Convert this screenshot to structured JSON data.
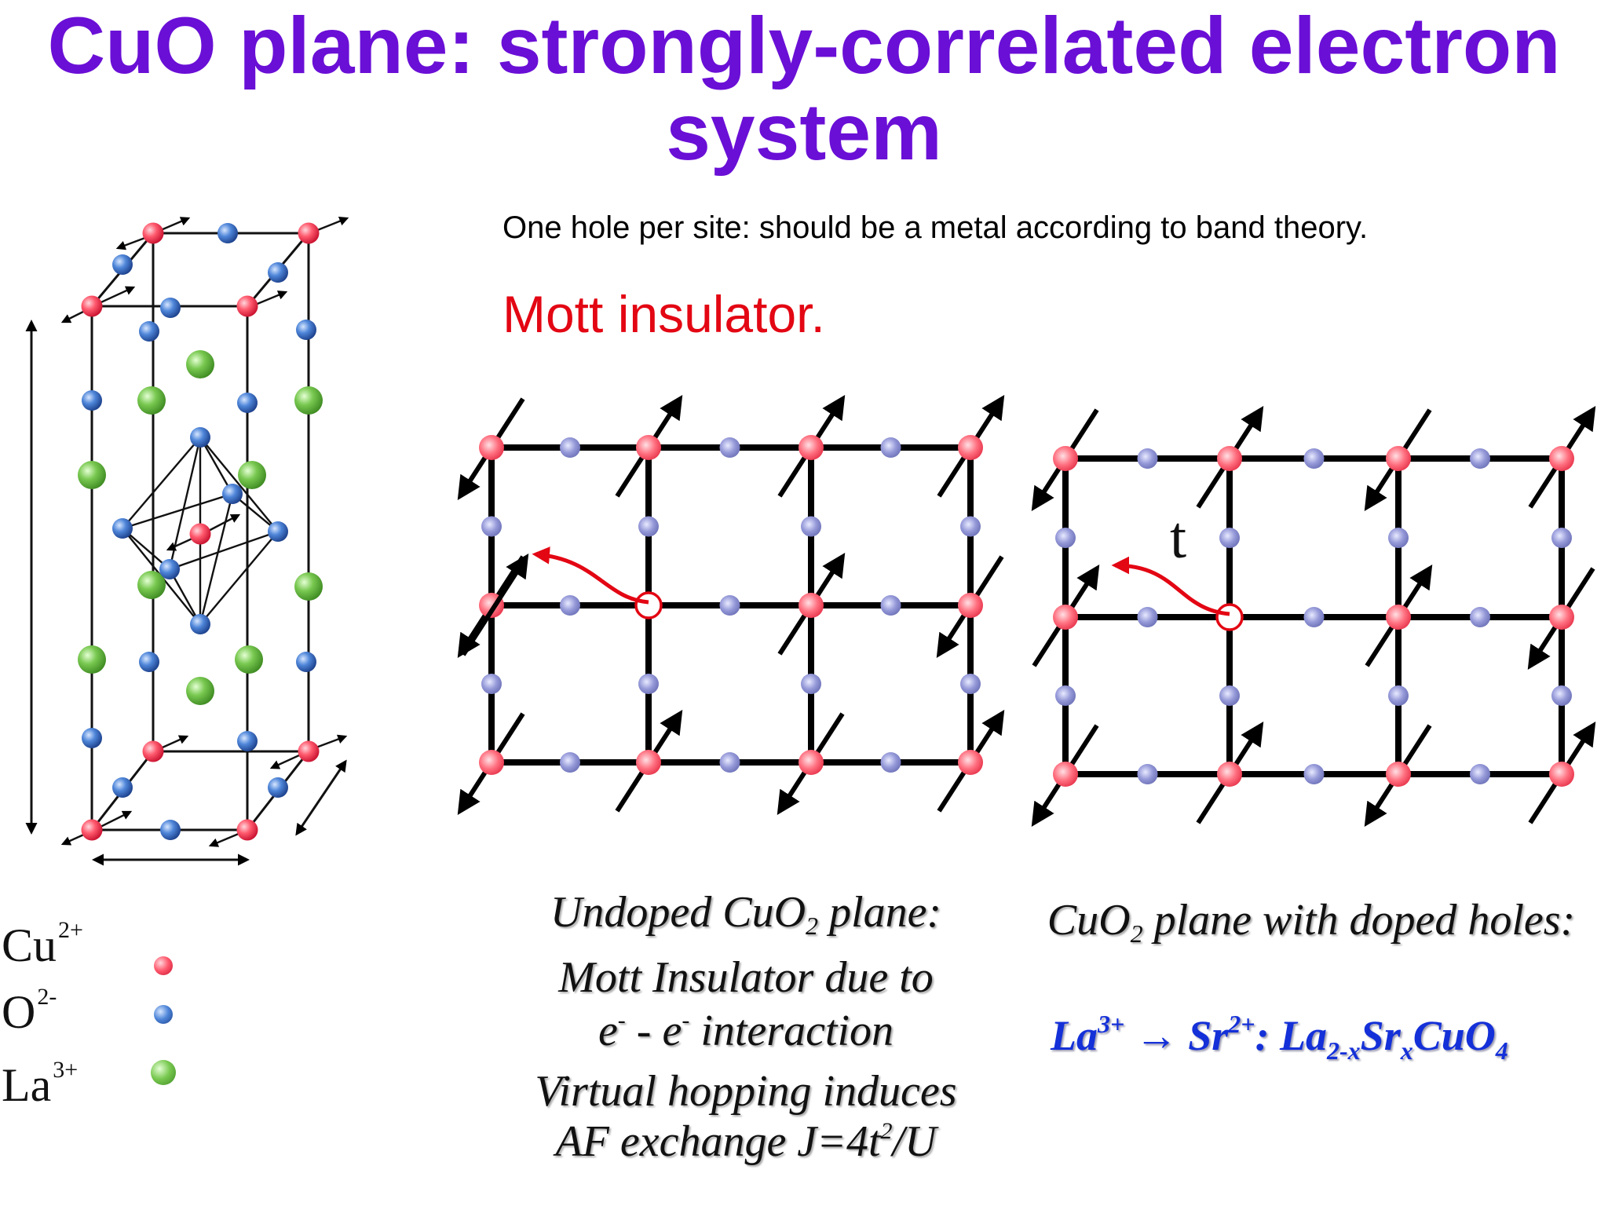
{
  "title": {
    "line1": "CuO plane: strongly-correlated electron",
    "line2": "system"
  },
  "statement": "One hole per site: should be a metal according to band theory.",
  "mott_label": "Mott insulator.",
  "hop_label": "t",
  "legend": [
    {
      "symbol": "Cu",
      "charge": "2+",
      "color": "#e01d3a"
    },
    {
      "symbol": "O",
      "charge": "2-",
      "color": "#2f62b5"
    },
    {
      "symbol": "La",
      "charge": "3+",
      "color": "#5db53b"
    }
  ],
  "caption_left": {
    "line1_pre": "Undoped CuO",
    "line1_sub": "2",
    "line1_post": " plane:",
    "line2": "Mott Insulator due to",
    "line3_a": "e",
    "line3_b": " - e",
    "line3_c": " interaction",
    "line3_sup": "-",
    "line4": "Virtual hopping induces",
    "line5_pre": "AF exchange  J=4t",
    "line5_sup": "2",
    "line5_post": "/U"
  },
  "caption_right": {
    "pre": "CuO",
    "sub": "2",
    "post": " plane with doped holes:"
  },
  "formula": {
    "la": "La",
    "la_sup": "3+",
    "arrow": " → ",
    "sr": "Sr",
    "sr_sup": "2+",
    "colon": ":  ",
    "la2": "La",
    "la2_sub": "2-x",
    "sr2": "Sr",
    "sr2_sub": "x",
    "cuo": "CuO",
    "cuo_sub": "4"
  },
  "colors": {
    "title": "#6a0fd6",
    "mott": "#e30613",
    "cu": "#e01d3a",
    "oxygen_lattice": "#8a8fd0",
    "oxygen_crystal": "#2f62b5",
    "la": "#5db53b",
    "hop_arrow": "#e30613",
    "formula": "#1430d8"
  }
}
